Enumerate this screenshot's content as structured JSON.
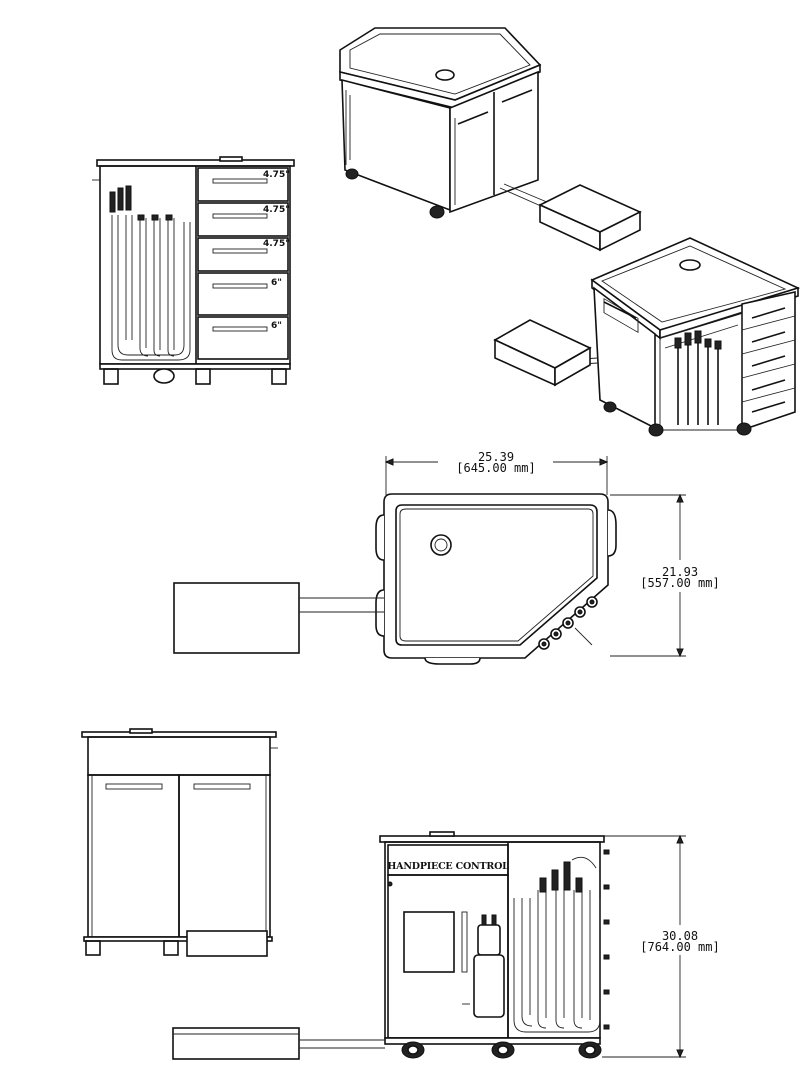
{
  "drawer_heights": [
    "4.75\"",
    "4.75\"",
    "4.75\"",
    "6\"",
    "6\""
  ],
  "dimensions": {
    "width": {
      "in": "25.39",
      "mm": "[645.00 mm]"
    },
    "depth": {
      "in": "21.93",
      "mm": "[557.00 mm]"
    },
    "height": {
      "in": "30.08",
      "mm": "[764.00 mm]"
    }
  },
  "panel_label": "HANDPIECE CONTROL"
}
